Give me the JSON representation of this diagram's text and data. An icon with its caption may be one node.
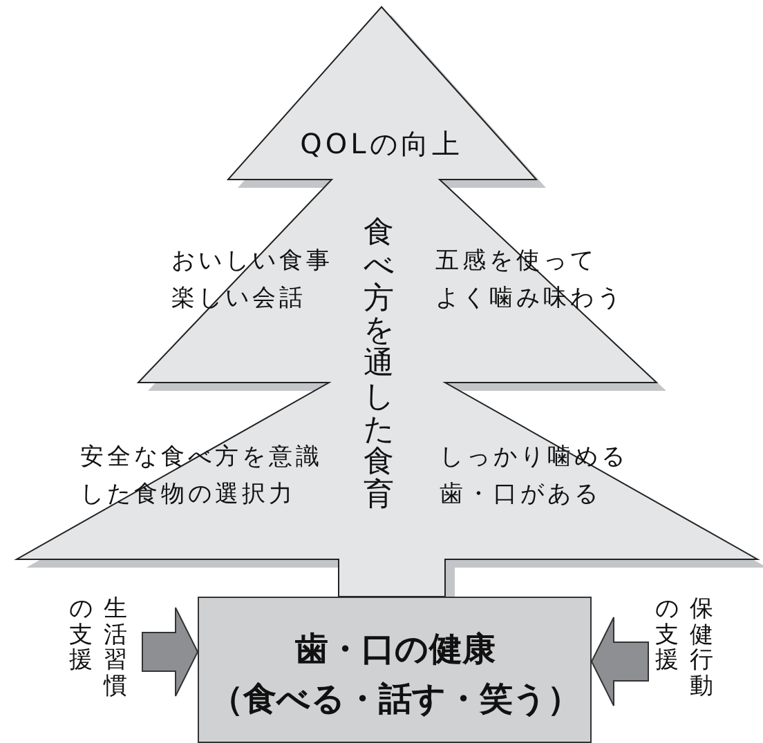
{
  "diagram": {
    "nodes": [
      {
        "text": [
          "QOLの向上",
          "食べ方を通した食育",
          "おいしい食事楽しい会話",
          "五感を使って",
          "よく噛み味わう",
          "安全な食べ方を意識した食物の選択力",
          "しっかり噛める歯・口がある"
        ]
      },
      {
        "text": [
          "歯・口の健康",
          "（食べる・話す・笑う）"
        ]
      },
      {
        "text": [
          "の支援",
          "生活習慣"
        ]
      },
      {
        "text": [
          "の支援",
          "保健行動"
        ]
      }
    ],
    "edges": [
      {
        "from": 2,
        "to": 1,
        "arrow": "to",
        "style": "thick"
      },
      {
        "from": 3,
        "to": 1,
        "arrow": "to",
        "style": "thick"
      }
    ]
  }
}
